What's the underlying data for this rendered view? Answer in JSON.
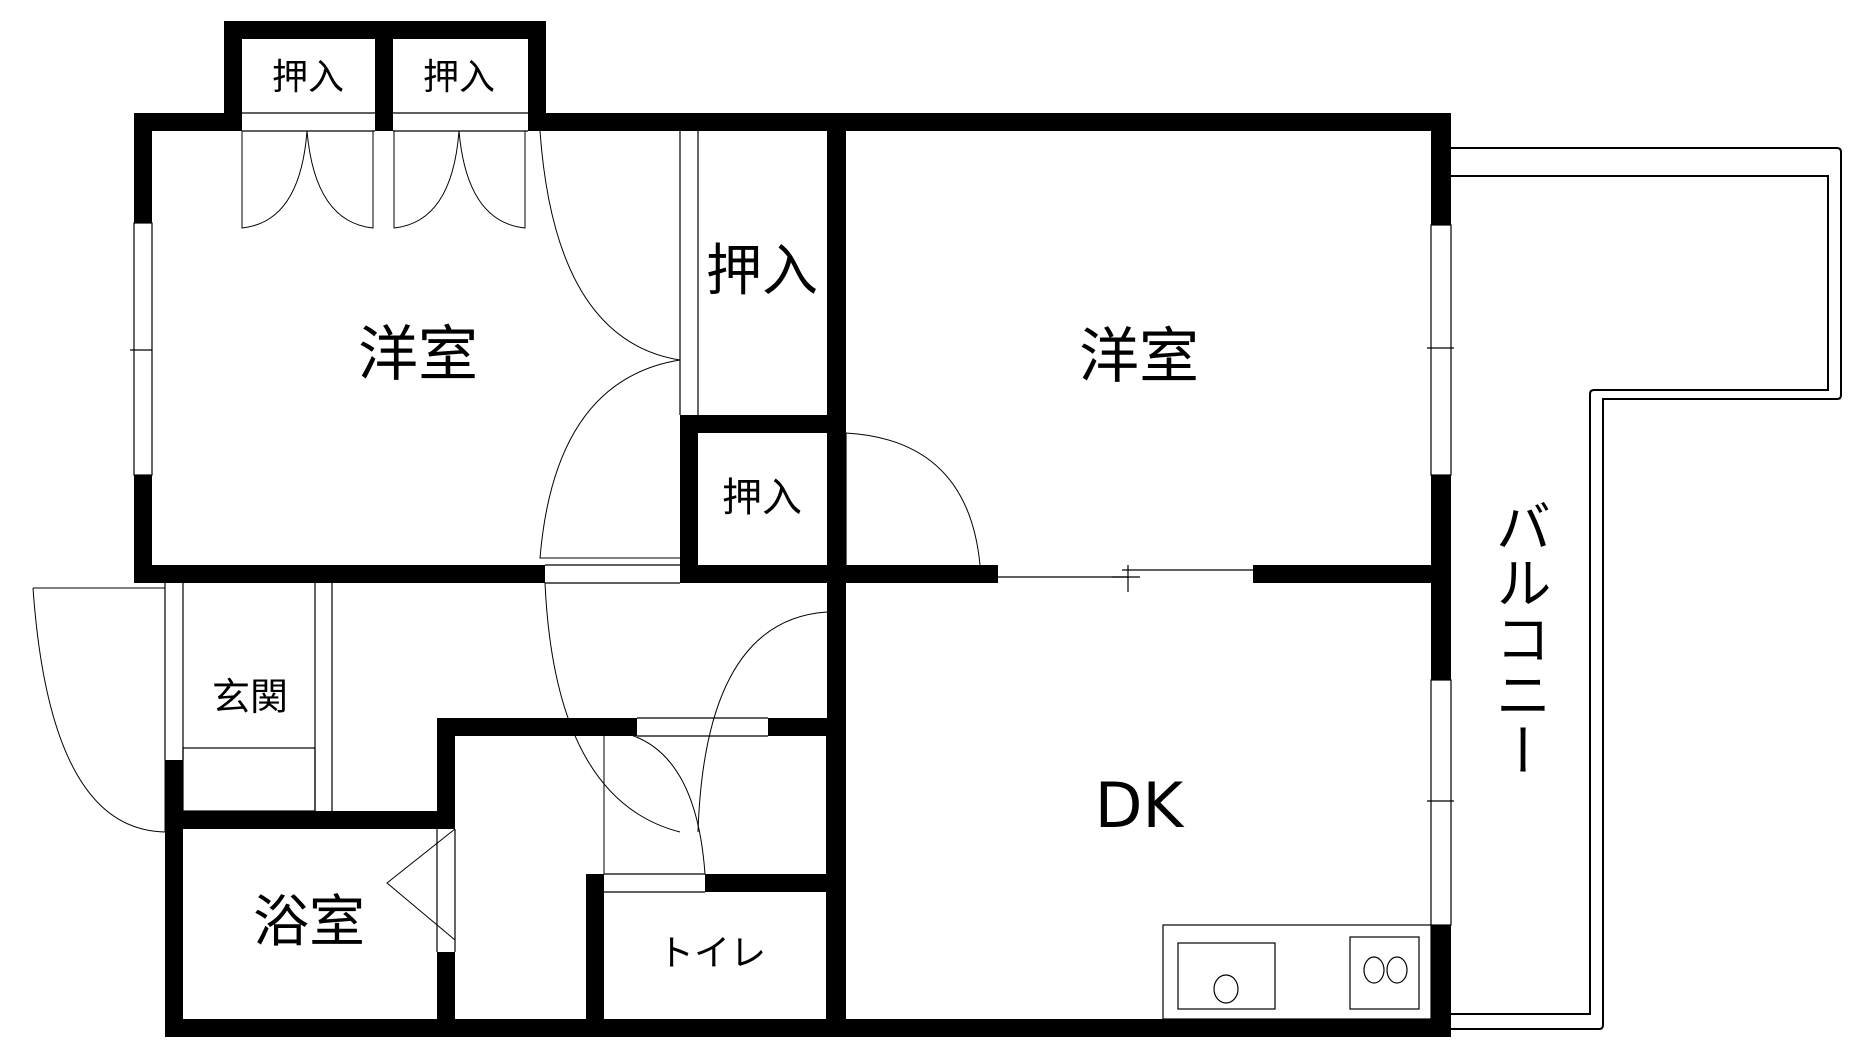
{
  "plan": {
    "type": "apartment floor plan",
    "layout": "2DK",
    "wall_color": "#000000",
    "background_color": "#ffffff"
  },
  "rooms": {
    "western_room_left": {
      "label": "洋室"
    },
    "western_room_right": {
      "label": "洋室"
    },
    "closet_top_left": {
      "label": "押入"
    },
    "closet_top_right": {
      "label": "押入"
    },
    "closet_middle_large": {
      "label": "押入"
    },
    "closet_middle_small": {
      "label": "押入"
    },
    "entrance": {
      "label": "玄関"
    },
    "bathroom": {
      "label": "浴室"
    },
    "toilet": {
      "label": "トイレ"
    },
    "dining_kitchen": {
      "label": "DK"
    },
    "balcony": {
      "label": "バルコニー"
    }
  },
  "fixtures": {
    "sink": "sink-icon",
    "stove": "two-burner-stove-icon"
  }
}
